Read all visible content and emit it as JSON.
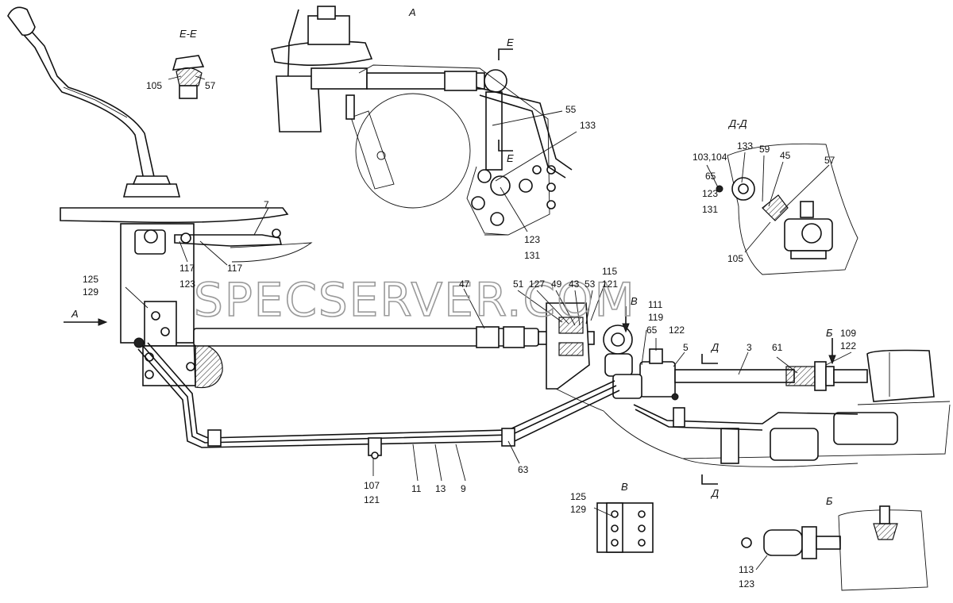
{
  "watermark": "SPECSERVER.COM",
  "views": {
    "view_a": "А",
    "section_ee": "Е-Е",
    "section_dd": "Д-Д",
    "view_v": "В",
    "view_b": "Б"
  },
  "markers": {
    "arrow_a": "А",
    "cut_e_top": "Е",
    "cut_e_bottom": "Е",
    "cut_d_top": "Д",
    "cut_d_bottom": "Д",
    "arrow_v": "В",
    "arrow_b": "Б"
  },
  "labels": {
    "ee_105": "105",
    "ee_57": "57",
    "a_55": "55",
    "a_133": "133",
    "a_123": "123",
    "a_131": "131",
    "dd_103_104": "103,104",
    "dd_133": "133",
    "dd_59": "59",
    "dd_45": "45",
    "dd_57": "57",
    "dd_65": "65",
    "dd_123": "123",
    "dd_131": "131",
    "dd_105": "105",
    "m_7": "7",
    "m_117a": "117",
    "m_123a": "123",
    "m_117b": "117",
    "m_125": "125",
    "m_129": "129",
    "m_47": "47",
    "m_51": "51",
    "m_127": "127",
    "m_49": "49",
    "m_43": "43",
    "m_53": "53",
    "m_115": "115",
    "m_121a": "121",
    "m_111": "111",
    "m_119": "119",
    "m_122a": "122",
    "m_65": "65",
    "m_5": "5",
    "m_3": "3",
    "m_61": "61",
    "m_109": "109",
    "m_122b": "122",
    "m_63": "63",
    "m_107": "107",
    "m_121b": "121",
    "m_11": "11",
    "m_13": "13",
    "m_9": "9",
    "v_125": "125",
    "v_129": "129",
    "b_113": "113",
    "b_123": "123"
  }
}
